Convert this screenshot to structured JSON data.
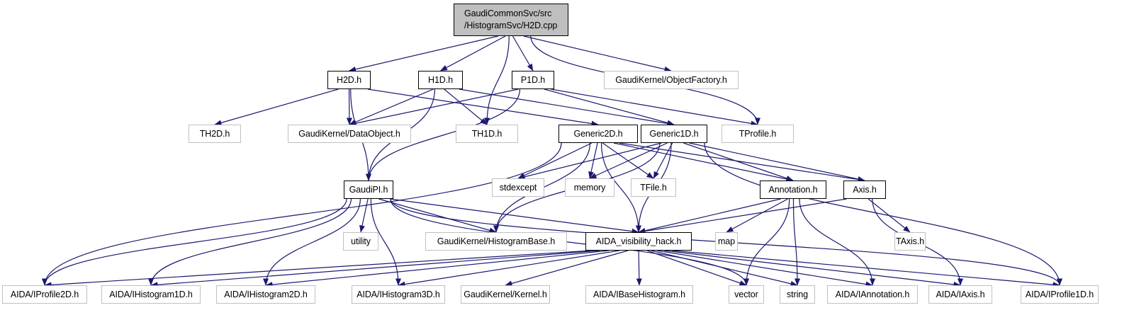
{
  "diagram": {
    "type": "include-dependency-graph",
    "edge_color": "#191970",
    "root_fill": "#bfbfbf",
    "nodes": [
      {
        "id": "root",
        "label_lines": [
          "GaudiCommonSvc/src",
          "/HistogramSvc/H2D.cpp"
        ],
        "kind": "root"
      },
      {
        "id": "H2D",
        "label": "H2D.h",
        "kind": "normal"
      },
      {
        "id": "H1D",
        "label": "H1D.h",
        "kind": "normal"
      },
      {
        "id": "P1D",
        "label": "P1D.h",
        "kind": "normal"
      },
      {
        "id": "ObjectFactory",
        "label": "GaudiKernel/ObjectFactory.h",
        "kind": "external"
      },
      {
        "id": "TH2D",
        "label": "TH2D.h",
        "kind": "external"
      },
      {
        "id": "DataObject",
        "label": "GaudiKernel/DataObject.h",
        "kind": "external"
      },
      {
        "id": "TH1D",
        "label": "TH1D.h",
        "kind": "external"
      },
      {
        "id": "Generic2D",
        "label": "Generic2D.h",
        "kind": "normal"
      },
      {
        "id": "Generic1D",
        "label": "Generic1D.h",
        "kind": "normal"
      },
      {
        "id": "TProfile",
        "label": "TProfile.h",
        "kind": "external"
      },
      {
        "id": "GaudiPI",
        "label": "GaudiPI.h",
        "kind": "normal"
      },
      {
        "id": "stdexcept",
        "label": "stdexcept",
        "kind": "external"
      },
      {
        "id": "memory",
        "label": "memory",
        "kind": "external"
      },
      {
        "id": "TFile",
        "label": "TFile.h",
        "kind": "external"
      },
      {
        "id": "Annotation",
        "label": "Annotation.h",
        "kind": "normal"
      },
      {
        "id": "Axis",
        "label": "Axis.h",
        "kind": "normal"
      },
      {
        "id": "utility",
        "label": "utility",
        "kind": "external"
      },
      {
        "id": "HistogramBase",
        "label": "GaudiKernel/HistogramBase.h",
        "kind": "external"
      },
      {
        "id": "AIDAvis",
        "label": "AIDA_visibility_hack.h",
        "kind": "normal"
      },
      {
        "id": "map",
        "label": "map",
        "kind": "external"
      },
      {
        "id": "TAxis",
        "label": "TAxis.h",
        "kind": "external"
      },
      {
        "id": "IProfile2D",
        "label": "AIDA/IProfile2D.h",
        "kind": "external"
      },
      {
        "id": "IHistogram1D",
        "label": "AIDA/IHistogram1D.h",
        "kind": "external"
      },
      {
        "id": "IHistogram2D",
        "label": "AIDA/IHistogram2D.h",
        "kind": "external"
      },
      {
        "id": "IHistogram3D",
        "label": "AIDA/IHistogram3D.h",
        "kind": "external"
      },
      {
        "id": "Kernel",
        "label": "GaudiKernel/Kernel.h",
        "kind": "external"
      },
      {
        "id": "IBaseHistogram",
        "label": "AIDA/IBaseHistogram.h",
        "kind": "external"
      },
      {
        "id": "vector",
        "label": "vector",
        "kind": "external"
      },
      {
        "id": "string",
        "label": "string",
        "kind": "external"
      },
      {
        "id": "IAnnotation",
        "label": "AIDA/IAnnotation.h",
        "kind": "external"
      },
      {
        "id": "IAxis",
        "label": "AIDA/IAxis.h",
        "kind": "external"
      },
      {
        "id": "IProfile1D",
        "label": "AIDA/IProfile1D.h",
        "kind": "external"
      }
    ],
    "edges": [
      [
        "root",
        "H2D"
      ],
      [
        "root",
        "H1D"
      ],
      [
        "root",
        "P1D"
      ],
      [
        "root",
        "ObjectFactory"
      ],
      [
        "root",
        "TH1D"
      ],
      [
        "root",
        "TProfile"
      ],
      [
        "H2D",
        "TH2D"
      ],
      [
        "H2D",
        "DataObject"
      ],
      [
        "H2D",
        "Generic2D"
      ],
      [
        "H2D",
        "GaudiPI"
      ],
      [
        "H1D",
        "DataObject"
      ],
      [
        "H1D",
        "TH1D"
      ],
      [
        "H1D",
        "Generic1D"
      ],
      [
        "H1D",
        "GaudiPI"
      ],
      [
        "P1D",
        "DataObject"
      ],
      [
        "P1D",
        "Generic1D"
      ],
      [
        "P1D",
        "TProfile"
      ],
      [
        "P1D",
        "GaudiPI"
      ],
      [
        "Generic2D",
        "stdexcept"
      ],
      [
        "Generic2D",
        "memory"
      ],
      [
        "Generic2D",
        "TFile"
      ],
      [
        "Generic2D",
        "Annotation"
      ],
      [
        "Generic2D",
        "Axis"
      ],
      [
        "Generic2D",
        "HistogramBase"
      ],
      [
        "Generic2D",
        "AIDAvis"
      ],
      [
        "Generic2D",
        "IProfile2D"
      ],
      [
        "Generic1D",
        "stdexcept"
      ],
      [
        "Generic1D",
        "memory"
      ],
      [
        "Generic1D",
        "TFile"
      ],
      [
        "Generic1D",
        "Annotation"
      ],
      [
        "Generic1D",
        "Axis"
      ],
      [
        "Generic1D",
        "HistogramBase"
      ],
      [
        "Generic1D",
        "AIDAvis"
      ],
      [
        "Generic1D",
        "IProfile1D"
      ],
      [
        "GaudiPI",
        "utility"
      ],
      [
        "GaudiPI",
        "HistogramBase"
      ],
      [
        "GaudiPI",
        "AIDAvis"
      ],
      [
        "GaudiPI",
        "IProfile2D"
      ],
      [
        "GaudiPI",
        "IHistogram1D"
      ],
      [
        "GaudiPI",
        "IHistogram2D"
      ],
      [
        "GaudiPI",
        "IHistogram3D"
      ],
      [
        "GaudiPI",
        "vector"
      ],
      [
        "GaudiPI",
        "IProfile1D"
      ],
      [
        "Annotation",
        "AIDAvis"
      ],
      [
        "Annotation",
        "map"
      ],
      [
        "Annotation",
        "vector"
      ],
      [
        "Annotation",
        "string"
      ],
      [
        "Annotation",
        "IAnnotation"
      ],
      [
        "Axis",
        "AIDAvis"
      ],
      [
        "Axis",
        "TAxis"
      ],
      [
        "Axis",
        "IAxis"
      ],
      [
        "AIDAvis",
        "IProfile2D"
      ],
      [
        "AIDAvis",
        "IHistogram1D"
      ],
      [
        "AIDAvis",
        "IHistogram2D"
      ],
      [
        "AIDAvis",
        "IHistogram3D"
      ],
      [
        "AIDAvis",
        "Kernel"
      ],
      [
        "AIDAvis",
        "IBaseHistogram"
      ],
      [
        "AIDAvis",
        "vector"
      ],
      [
        "AIDAvis",
        "string"
      ],
      [
        "AIDAvis",
        "IAnnotation"
      ],
      [
        "AIDAvis",
        "IAxis"
      ],
      [
        "AIDAvis",
        "IProfile1D"
      ]
    ]
  }
}
